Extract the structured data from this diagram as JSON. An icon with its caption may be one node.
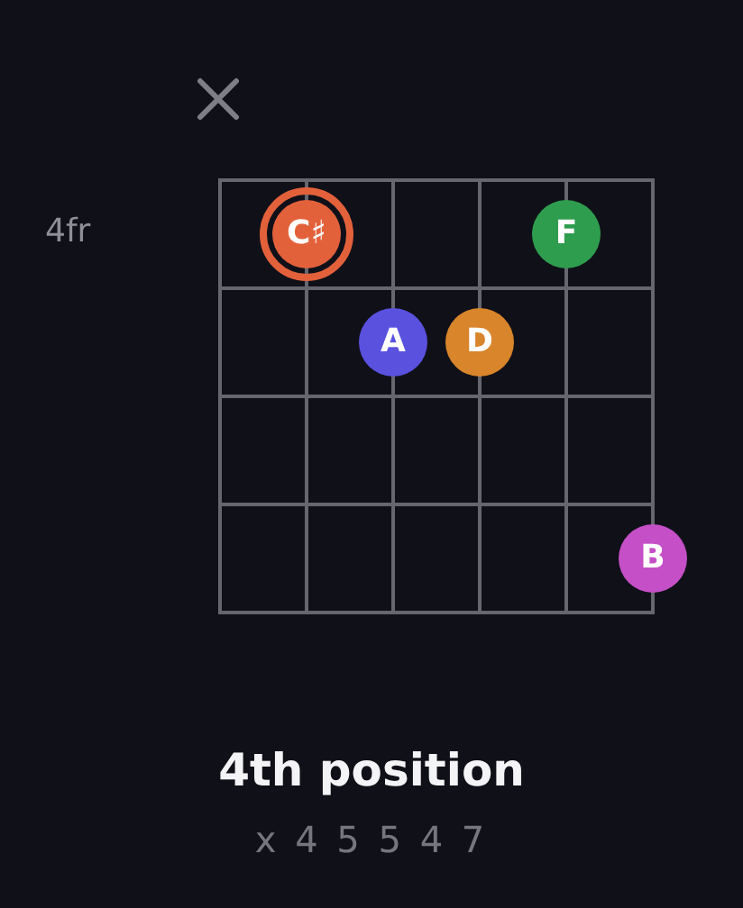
{
  "diagram": {
    "title": "4th position",
    "nodes": [
      {
        "text": [
          "C♯"
        ]
      },
      {
        "text": [
          "F"
        ]
      },
      {
        "text": [
          "A"
        ]
      },
      {
        "text": [
          "D"
        ]
      },
      {
        "text": [
          "B"
        ]
      }
    ],
    "labels": [
      "4fr",
      "x 4 5 5 4 7"
    ]
  }
}
